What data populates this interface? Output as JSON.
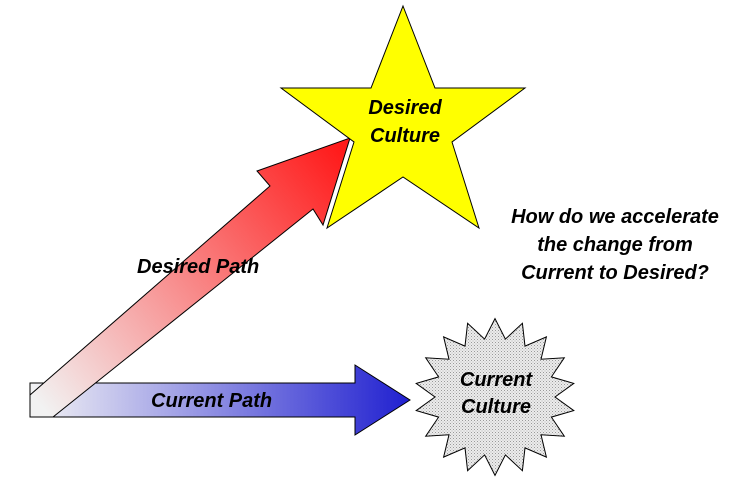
{
  "diagram": {
    "desired_culture": {
      "line1": "Desired",
      "line2": "Culture"
    },
    "current_culture": {
      "line1": "Current",
      "line2": "Culture"
    },
    "desired_path_label": "Desired Path",
    "current_path_label": "Current Path",
    "question": {
      "line1": "How do we accelerate",
      "line2": "the change from",
      "line3": "Current to Desired?"
    }
  },
  "colors": {
    "star_fill": "#ffff00",
    "star_stroke": "#000000",
    "desired_arrow_tip": "#ff1a1a",
    "desired_arrow_tail": "#f2f2f2",
    "current_arrow_tip": "#2020d0",
    "current_arrow_tail": "#f4f4f4",
    "burst_fill": "#d8d8d8",
    "text": "#000000"
  }
}
